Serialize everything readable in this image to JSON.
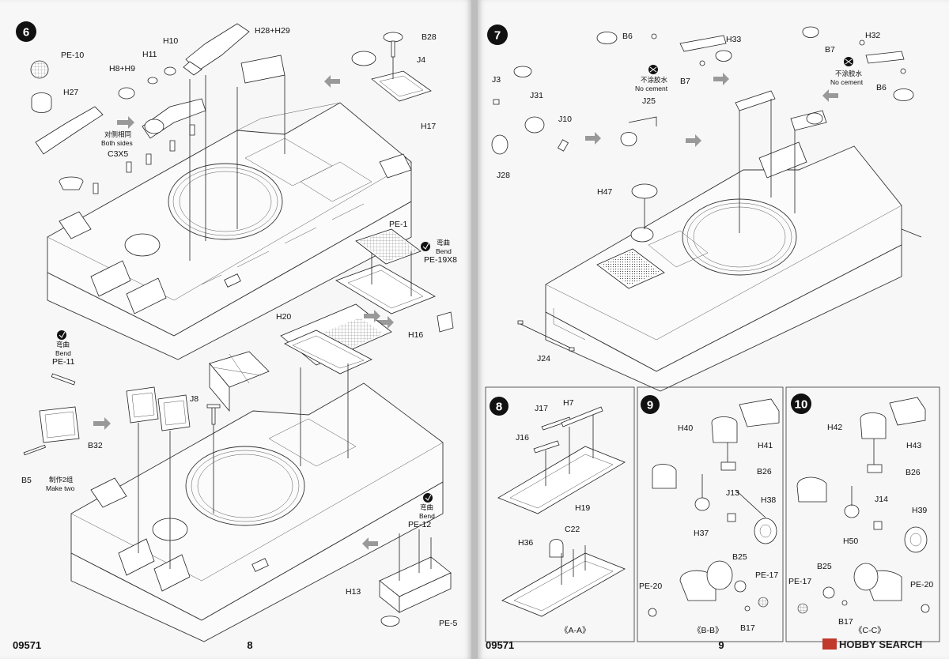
{
  "left_page": {
    "code": "09571",
    "number": "8",
    "step": {
      "number": "6"
    },
    "labels": {
      "h28h29": "H28+H29",
      "h10": "H10",
      "h11": "H11",
      "h8h9": "H8+H9",
      "pe10": "PE-10",
      "h27": "H27",
      "both_sides_cn": "对侧相同",
      "both_sides": "Both sides",
      "c3x5": "C3X5",
      "b28": "B28",
      "j4": "J4",
      "h17": "H17",
      "pe1": "PE-1",
      "bend_cn_1": "弯曲",
      "bend_1": "Bend",
      "pe19x8": "PE-19X8",
      "h16": "H16",
      "bend_cn_2": "弯曲",
      "bend_2": "Bend",
      "pe11": "PE-11",
      "b32": "B32",
      "b5": "B5",
      "make_two_cn": "制作2组",
      "make_two": "Make two",
      "h20": "H20",
      "j8": "J8",
      "bend_cn_3": "弯曲",
      "bend_3": "Bend",
      "pe12": "PE-12",
      "h13": "H13",
      "pe5": "PE-5"
    }
  },
  "right_page": {
    "code": "09571",
    "number": "9",
    "watermark": "HOBBY SEARCH",
    "step7": {
      "number": "7",
      "labels": {
        "b6a": "B6",
        "h33": "H33",
        "no_cement_cn_1": "不涂胶水",
        "no_cement_1": "No cement",
        "b7a": "B7",
        "h32": "H32",
        "b7b": "B7",
        "no_cement_cn_2": "不涂胶水",
        "no_cement_2": "No cement",
        "b6b": "B6",
        "j3": "J3",
        "j31": "J31",
        "j10": "J10",
        "j28": "J28",
        "j25": "J25",
        "h47": "H47",
        "j24": "J24"
      }
    },
    "step8": {
      "number": "8",
      "labels": {
        "j17": "J17",
        "h7": "H7",
        "j16": "J16",
        "h19": "H19",
        "c22": "C22",
        "h36": "H36",
        "section": "《A-A》"
      }
    },
    "step9": {
      "number": "9",
      "labels": {
        "h40": "H40",
        "h41": "H41",
        "b26": "B26",
        "j13": "J13",
        "h38": "H38",
        "h37": "H37",
        "b25": "B25",
        "pe17": "PE-17",
        "pe20": "PE-20",
        "b17": "B17",
        "section": "《B-B》"
      }
    },
    "step10": {
      "number": "10",
      "labels": {
        "h42": "H42",
        "h43": "H43",
        "b26": "B26",
        "j14": "J14",
        "h39": "H39",
        "h50": "H50",
        "pe17": "PE-17",
        "b25": "B25",
        "pe20": "PE-20",
        "b17": "B17",
        "section": "《C-C》"
      }
    }
  }
}
